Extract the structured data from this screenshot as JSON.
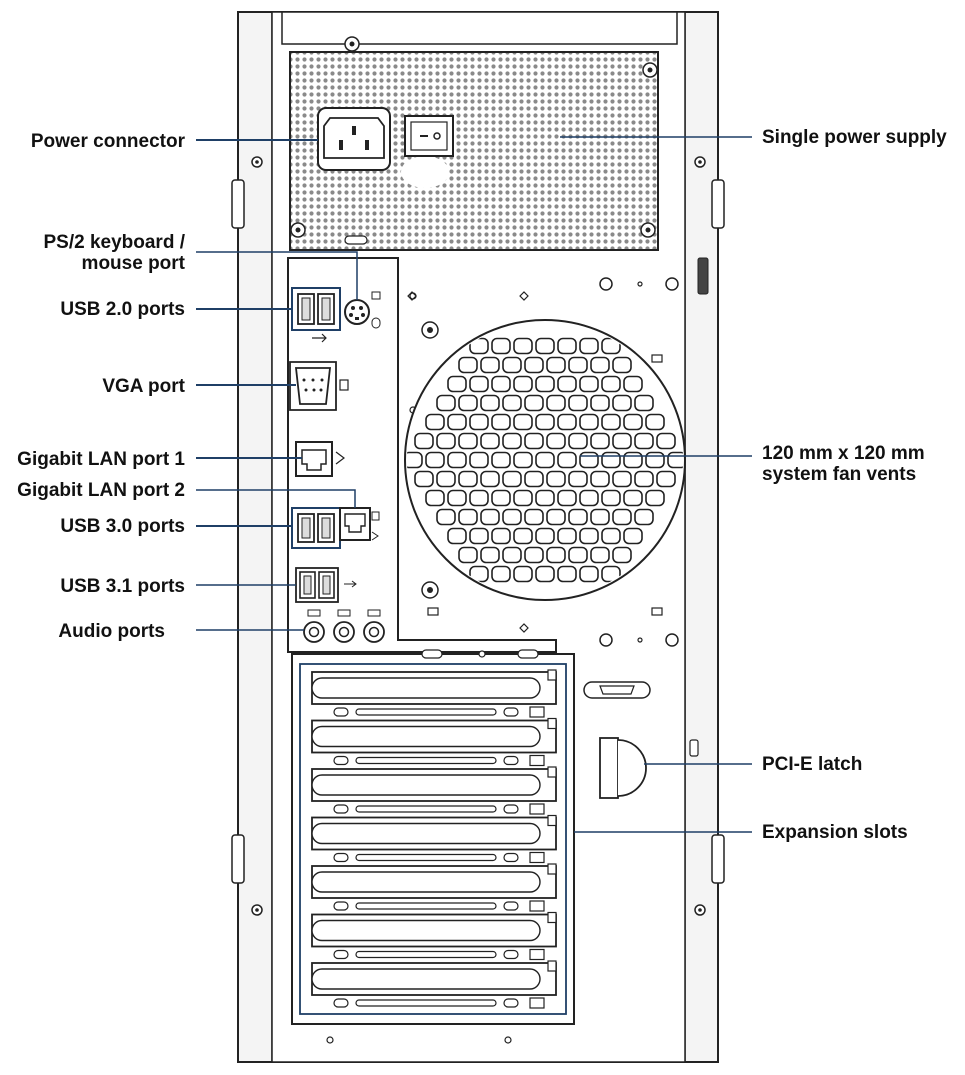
{
  "colors": {
    "leader_line": "#1f3f66",
    "outline": "#222222",
    "chassis_fill": "#f4f4f4",
    "background": "#ffffff"
  },
  "callouts": {
    "power_connector": "Power connector",
    "single_power_supply": "Single power supply",
    "ps2_port_line1": "PS/2 keyboard /",
    "ps2_port_line2": "mouse port",
    "usb20_ports": "USB 2.0 ports",
    "vga_port": "VGA port",
    "lan_port_1": "Gigabit LAN port 1",
    "lan_port_2": "Gigabit LAN port 2",
    "usb30_ports": "USB 3.0 ports",
    "usb31_ports": "USB 3.1 ports",
    "audio_ports": "Audio ports",
    "fan_vents_line1": "120 mm x 120 mm",
    "fan_vents_line2": "system fan vents",
    "pcie_latch": "PCI-E latch",
    "expansion_slots": "Expansion slots"
  },
  "expansion_slot_count": 7,
  "audio_jack_count": 3
}
